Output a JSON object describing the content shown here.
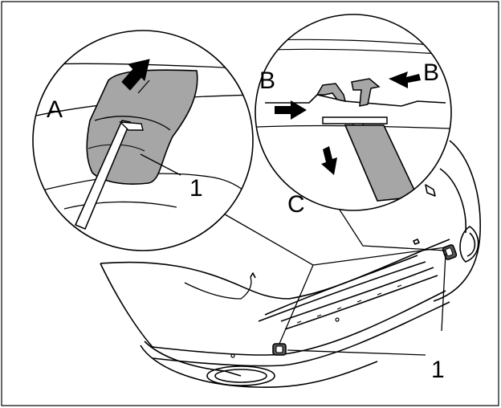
{
  "labels": {
    "a": "A",
    "b_left": "B",
    "b_right": "B",
    "c": "C",
    "part_1_detail": "1",
    "part_1_main": "1"
  },
  "colors": {
    "line": "#000000",
    "part_fill": "#a6a6a6",
    "background": "#ffffff"
  }
}
